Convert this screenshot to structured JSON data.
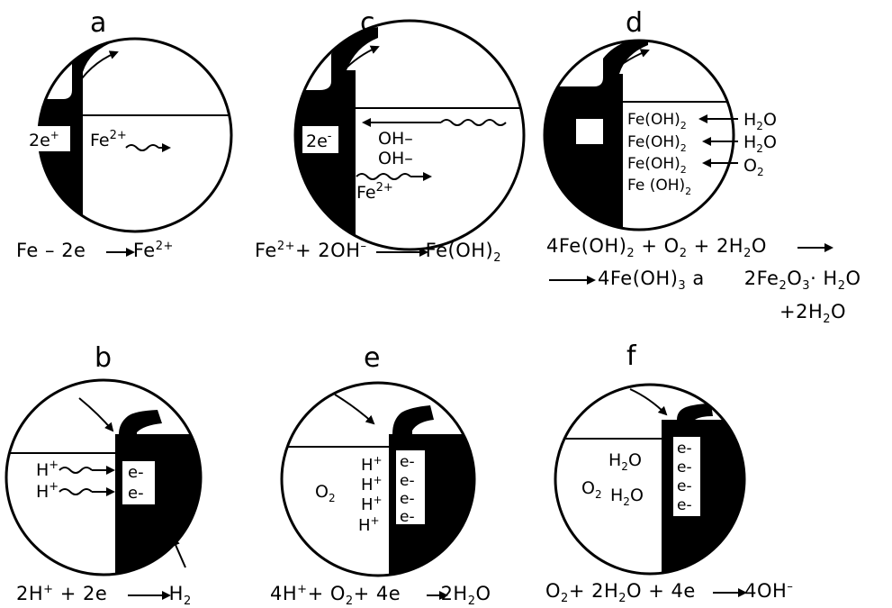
{
  "panels": {
    "a": {
      "letter": "a",
      "box_label": "2e",
      "box_sup": "+",
      "ion_base": "Fe",
      "ion_sup": "2+",
      "equation": {
        "p1": "Fe – 2e ",
        "p2": " Fe",
        "p2_sup": "2+"
      }
    },
    "b": {
      "letter": "b",
      "left_labels": [
        "H",
        "H"
      ],
      "left_sup": "+",
      "box_lines": [
        "e-",
        "e-"
      ],
      "equation": {
        "p1": "2H",
        "p1_sup": "+",
        "p2": " + 2e ",
        "p3": " H",
        "p3_sub": "2"
      }
    },
    "c": {
      "letter": "c",
      "box_label": "2e",
      "box_sup": "-",
      "oh_lines": [
        "OH–",
        "OH–"
      ],
      "ion_base": "Fe",
      "ion_sup": "2+",
      "equation": {
        "p1": "Fe",
        "p1_sup": "2+",
        "p2": "+ 2OH",
        "p2_sup": "–",
        "p3": " Fe(OH)",
        "p3_sub": "2"
      }
    },
    "d": {
      "letter": "d",
      "hydroxides": [
        "Fe(OH)",
        "Fe(OH)",
        "Fe(OH)",
        "Fe (OH)"
      ],
      "hydroxide_sub": "2",
      "reactants": [
        {
          "base": "H",
          "sub": "2",
          "tail": "O"
        },
        {
          "base": "H",
          "sub": "2",
          "tail": "O"
        },
        {
          "base": "O",
          "sub": "2",
          "tail": ""
        }
      ],
      "equation_line1": {
        "p1": "4Fe(OH)",
        "p1_sub": "2",
        "p2": "+ O",
        "p2_sub": "2",
        "p3": "+ 2H",
        "p3_sub": "2",
        "p4": "O"
      },
      "equation_line2": {
        "p1": " 4Fe(OH)",
        "p1_sub": "3",
        "p2": " a",
        "p3": "2Fe",
        "p3_sub": "2",
        "p4": "O",
        "p4_sub": "3",
        "p5": "· H",
        "p5_sub": "2",
        "p6": "O"
      },
      "equation_line3": {
        "p1": "+2H",
        "p1_sub": "2",
        "p2": "O"
      }
    },
    "e": {
      "letter": "e",
      "h_labels": [
        "H",
        "H",
        "H",
        "H"
      ],
      "h_sup": "+",
      "o2_base": "O",
      "o2_sub": "2",
      "box_lines": [
        "e-",
        "e-",
        "e-",
        "e-"
      ],
      "equation": {
        "p1": "4H",
        "p1_sup": "+",
        "p2": "+ O",
        "p2_sub": "2",
        "p3": "+ 4e ",
        "p4": " 2H",
        "p4_sub": "2",
        "p5": "O"
      }
    },
    "f": {
      "letter": "f",
      "h2o_label": {
        "base": "H",
        "sub": "2",
        "tail": "O"
      },
      "o2_label": {
        "base": "O",
        "sub": "2"
      },
      "h2o_label2": {
        "base": "H",
        "sub": "2",
        "tail": "O"
      },
      "box_lines": [
        "e-",
        "e-",
        "e-",
        "e-"
      ],
      "equation": {
        "p1": "O",
        "p1_sub": "2",
        "p2": "+ 2H",
        "p2_sub": "2",
        "p3": "O + 4e ",
        "p4": " 4OH",
        "p4_sup": "–"
      }
    }
  }
}
